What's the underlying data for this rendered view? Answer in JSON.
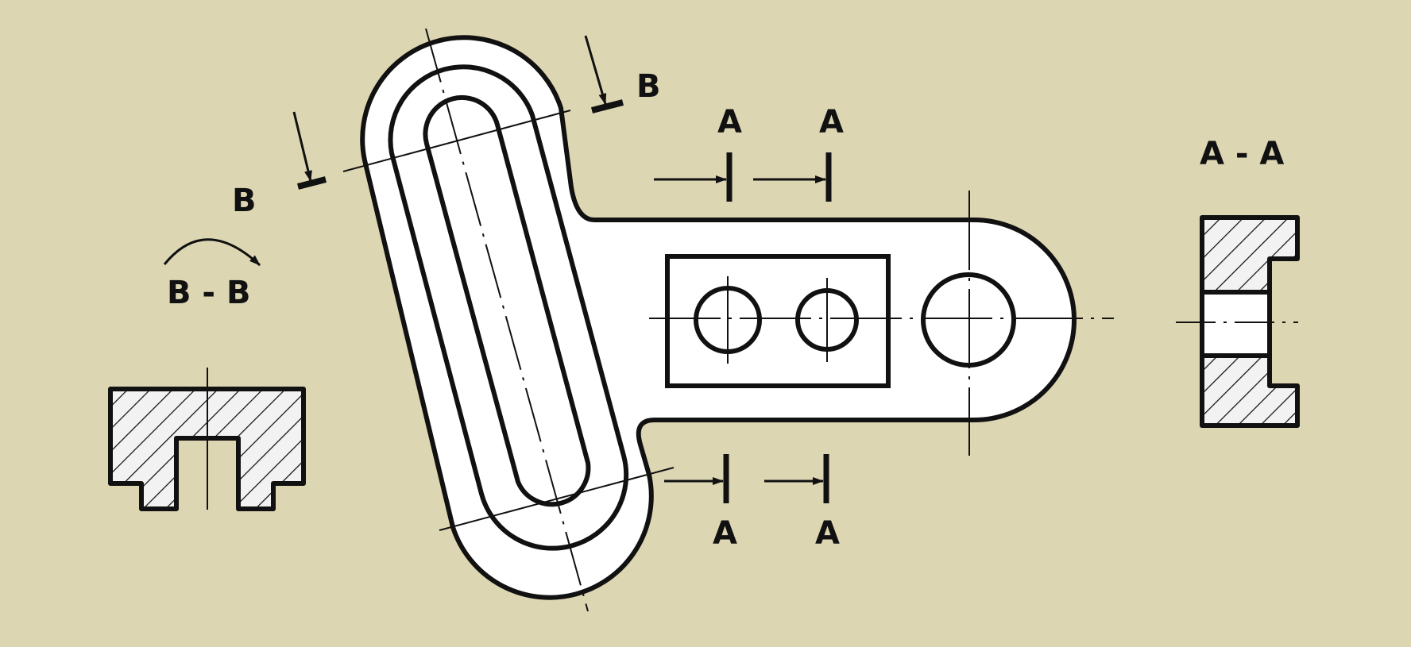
{
  "colors": {
    "background": "#ddd6b3",
    "ink": "#111111",
    "part_fill": "#ffffff",
    "section_fill": "#f2f2f2"
  },
  "labels": {
    "cut_b_top": "B",
    "cut_b_left": "B",
    "section_bb_title": "B - B",
    "cut_a_top_1": "A",
    "cut_a_top_2": "A",
    "cut_a_bottom_1": "A",
    "cut_a_bottom_2": "A",
    "section_aa_title": "A - A"
  }
}
